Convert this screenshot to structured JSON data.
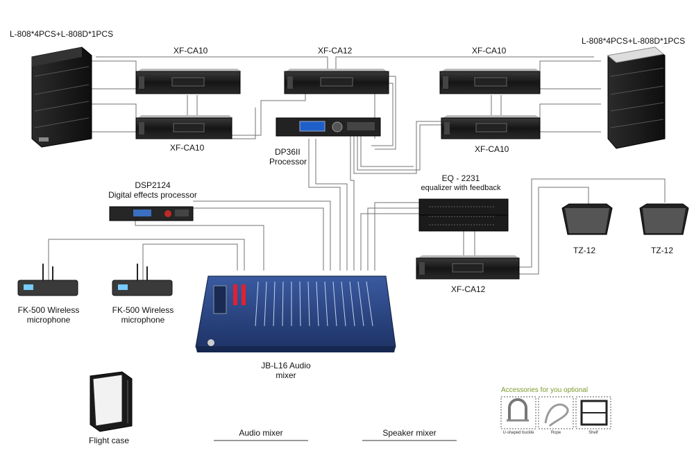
{
  "labels": {
    "left_array": "L-808*4PCS+L-808D*1PCS",
    "right_array": "L-808*4PCS+L-808D*1PCS",
    "amp_top_left": "XF-CA10",
    "amp_top_mid": "XF-CA12",
    "amp_top_right": "XF-CA10",
    "amp_bottom_left": "XF-CA10",
    "amp_bottom_right": "XF-CA10",
    "processor_name": "DP36II",
    "processor_type": "Processor",
    "eq_name": "EQ - 2231",
    "eq_type": "equalizer with feedback",
    "dsp_name": "DSP2124",
    "dsp_type": "Digital effects processor",
    "monitor_left": "TZ-12",
    "monitor_right": "TZ-12",
    "amp_monitor": "XF-CA12",
    "mic1_line1": "FK-500 Wireless",
    "mic1_line2": "microphone",
    "mic2_line1": "FK-500 Wireless",
    "mic2_line2": "microphone",
    "mixer_line1": "JB-L16 Audio",
    "mixer_line2": "mixer",
    "flight_case": "Flight case",
    "legend_audio": "Audio mixer",
    "legend_speaker": "Speaker mixer",
    "accessories_title": "Accessories for you optional",
    "acc_buckle": "U-shaped buckle",
    "acc_rope": "Rope",
    "acc_shelf": "Shelf"
  },
  "colors": {
    "wire": "#707070",
    "device_dark": "#1e1e1e",
    "mixer_blue": "#2d4a86",
    "accessory_title": "#7a9a2a"
  }
}
